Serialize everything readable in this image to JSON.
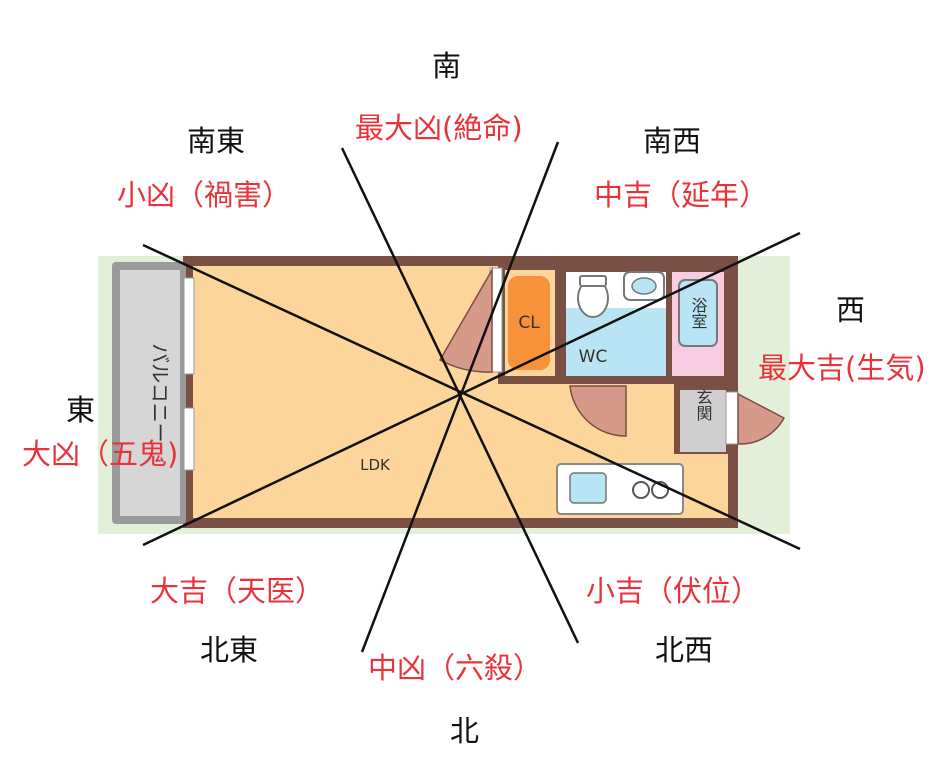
{
  "colors": {
    "fortune_text": "#e8333b",
    "direction_text": "#111111",
    "wall": "#7a4f44",
    "floor": "#fbd59a",
    "balcony": "#cfcfcf",
    "cl": "#f7923a",
    "wc": "#b9e4f4",
    "bath": "#f6cde0",
    "door": "#d7998a",
    "garden": "#e3efd8"
  },
  "directions": {
    "south": "南",
    "southeast": "南東",
    "southwest": "南西",
    "east": "東",
    "west": "西",
    "northeast": "北東",
    "northwest": "北西",
    "north": "北"
  },
  "fortunes": {
    "south": "最大凶(絶命)",
    "southeast": "小凶（禍害）",
    "southwest": "中吉（延年）",
    "east": "大凶（五鬼)",
    "west": "最大吉(生気)",
    "northeast": "大吉（天医）",
    "northwest": "小吉（伏位）",
    "north": "中凶（六殺）"
  },
  "rooms": {
    "balcony": "バルコニー",
    "cl": "CL",
    "wc": "WC",
    "bath": "浴室",
    "entrance": "玄関",
    "ldk": "LDK"
  }
}
